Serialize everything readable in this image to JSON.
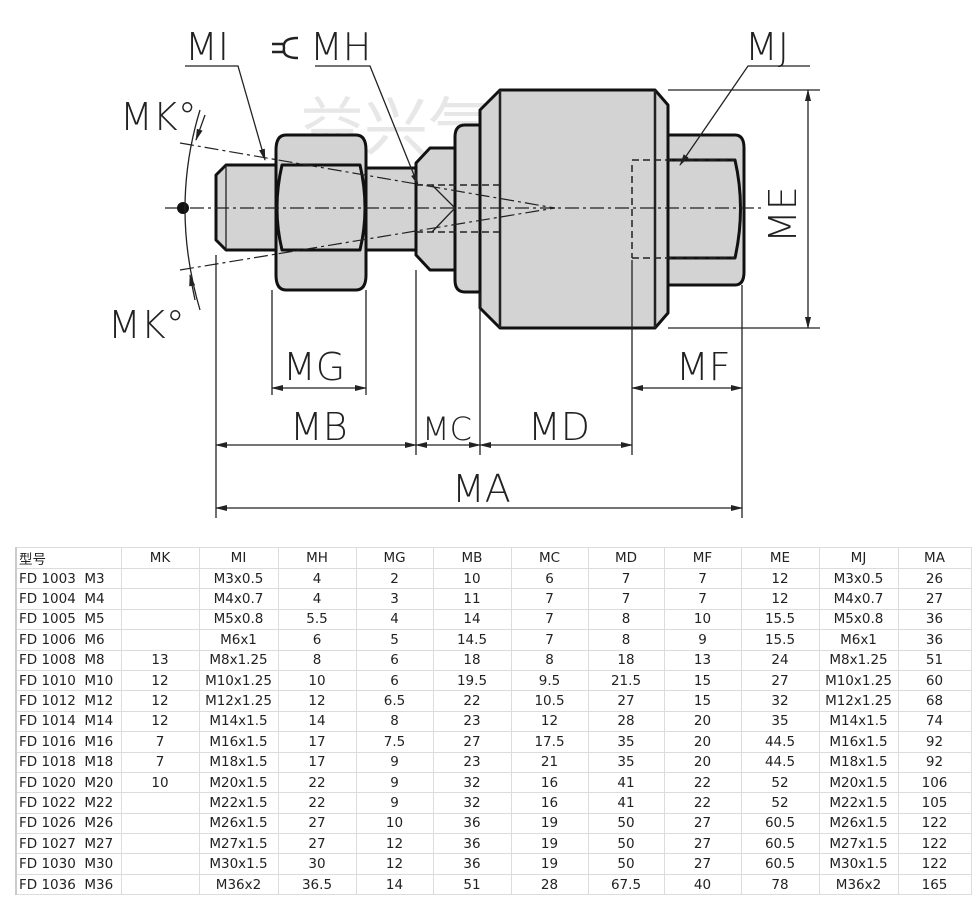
{
  "watermark": "益兴气动",
  "drawing_labels": {
    "mi": "MI",
    "mh": "MH",
    "mj": "MJ",
    "mk_top": "MK°",
    "mk_bottom": "MK°",
    "me": "ME",
    "mg": "MG",
    "mf": "MF",
    "mb": "MB",
    "mc": "MC",
    "md": "MD",
    "ma": "MA"
  },
  "wrench_symbol": "wrench-icon",
  "table": {
    "headers": [
      "型号",
      "MK",
      "MI",
      "MH",
      "MG",
      "MB",
      "MC",
      "MD",
      "MF",
      "ME",
      "MJ",
      "MA"
    ],
    "rows": [
      [
        "FD 1003  M3",
        "",
        "M3x0.5",
        "4",
        "2",
        "10",
        "6",
        "7",
        "7",
        "12",
        "M3x0.5",
        "26"
      ],
      [
        "FD 1004  M4",
        "",
        "M4x0.7",
        "4",
        "3",
        "11",
        "7",
        "7",
        "7",
        "12",
        "M4x0.7",
        "27"
      ],
      [
        "FD 1005  M5",
        "",
        "M5x0.8",
        "5.5",
        "4",
        "14",
        "7",
        "8",
        "10",
        "15.5",
        "M5x0.8",
        "36"
      ],
      [
        "FD 1006  M6",
        "",
        "M6x1",
        "6",
        "5",
        "14.5",
        "7",
        "8",
        "9",
        "15.5",
        "M6x1",
        "36"
      ],
      [
        "FD 1008  M8",
        "13",
        "M8x1.25",
        "8",
        "6",
        "18",
        "8",
        "18",
        "13",
        "24",
        "M8x1.25",
        "51"
      ],
      [
        "FD 1010  M10",
        "12",
        "M10x1.25",
        "10",
        "6",
        "19.5",
        "9.5",
        "21.5",
        "15",
        "27",
        "M10x1.25",
        "60"
      ],
      [
        "FD 1012  M12",
        "12",
        "M12x1.25",
        "12",
        "6.5",
        "22",
        "10.5",
        "27",
        "15",
        "32",
        "M12x1.25",
        "68"
      ],
      [
        "FD 1014  M14",
        "12",
        "M14x1.5",
        "14",
        "8",
        "23",
        "12",
        "28",
        "20",
        "35",
        "M14x1.5",
        "74"
      ],
      [
        "FD 1016  M16",
        "7",
        "M16x1.5",
        "17",
        "7.5",
        "27",
        "17.5",
        "35",
        "20",
        "44.5",
        "M16x1.5",
        "92"
      ],
      [
        "FD 1018  M18",
        "7",
        "M18x1.5",
        "17",
        "9",
        "23",
        "21",
        "35",
        "20",
        "44.5",
        "M18x1.5",
        "92"
      ],
      [
        "FD 1020  M20",
        "10",
        "M20x1.5",
        "22",
        "9",
        "32",
        "16",
        "41",
        "22",
        "52",
        "M20x1.5",
        "106"
      ],
      [
        "FD 1022  M22",
        "",
        "M22x1.5",
        "22",
        "9",
        "32",
        "16",
        "41",
        "22",
        "52",
        "M22x1.5",
        "105"
      ],
      [
        "FD 1026  M26",
        "",
        "M26x1.5",
        "27",
        "10",
        "36",
        "19",
        "50",
        "27",
        "60.5",
        "M26x1.5",
        "122"
      ],
      [
        "FD 1027  M27",
        "",
        "M27x1.5",
        "27",
        "12",
        "36",
        "19",
        "50",
        "27",
        "60.5",
        "M27x1.5",
        "122"
      ],
      [
        "FD 1030  M30",
        "",
        "M30x1.5",
        "30",
        "12",
        "36",
        "19",
        "50",
        "27",
        "60.5",
        "M30x1.5",
        "122"
      ],
      [
        "FD 1036  M36",
        "",
        "M36x2",
        "36.5",
        "14",
        "51",
        "28",
        "67.5",
        "40",
        "78",
        "M36x2",
        "165"
      ]
    ]
  }
}
